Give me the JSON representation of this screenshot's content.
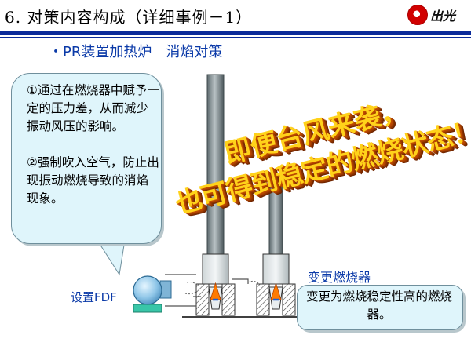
{
  "slide": {
    "title": "6. 对策内容构成（详细事例－1）",
    "subtitle_bullet": "・PR装置加热炉",
    "subtitle_topic": "消焰对策"
  },
  "logo": {
    "text": "出光"
  },
  "note": {
    "point1": "①通过在燃烧器中赋予一定的压力差，从而减少振动风压的影响。",
    "point2": "②强制吹入空气，防止出现振动燃烧导致的消焰现象。"
  },
  "slogan": {
    "line1": "即便台风来袭，",
    "line2": "也可得到稳定的燃烧状态！"
  },
  "labels": {
    "fdf": "设置FDF",
    "burner": "变更燃烧器",
    "burner_note": "变更为燃烧稳定性高的燃烧器。"
  },
  "colors": {
    "title_rule": "#0a2a9a",
    "label_blue": "#0b3aa8",
    "bubble_fill": "#dff5fb",
    "slogan_face": "#ffd21a",
    "flame": "#ff7a00"
  },
  "icons": [
    "logo-mark-icon",
    "fdf-fan-icon",
    "flame-icon"
  ]
}
